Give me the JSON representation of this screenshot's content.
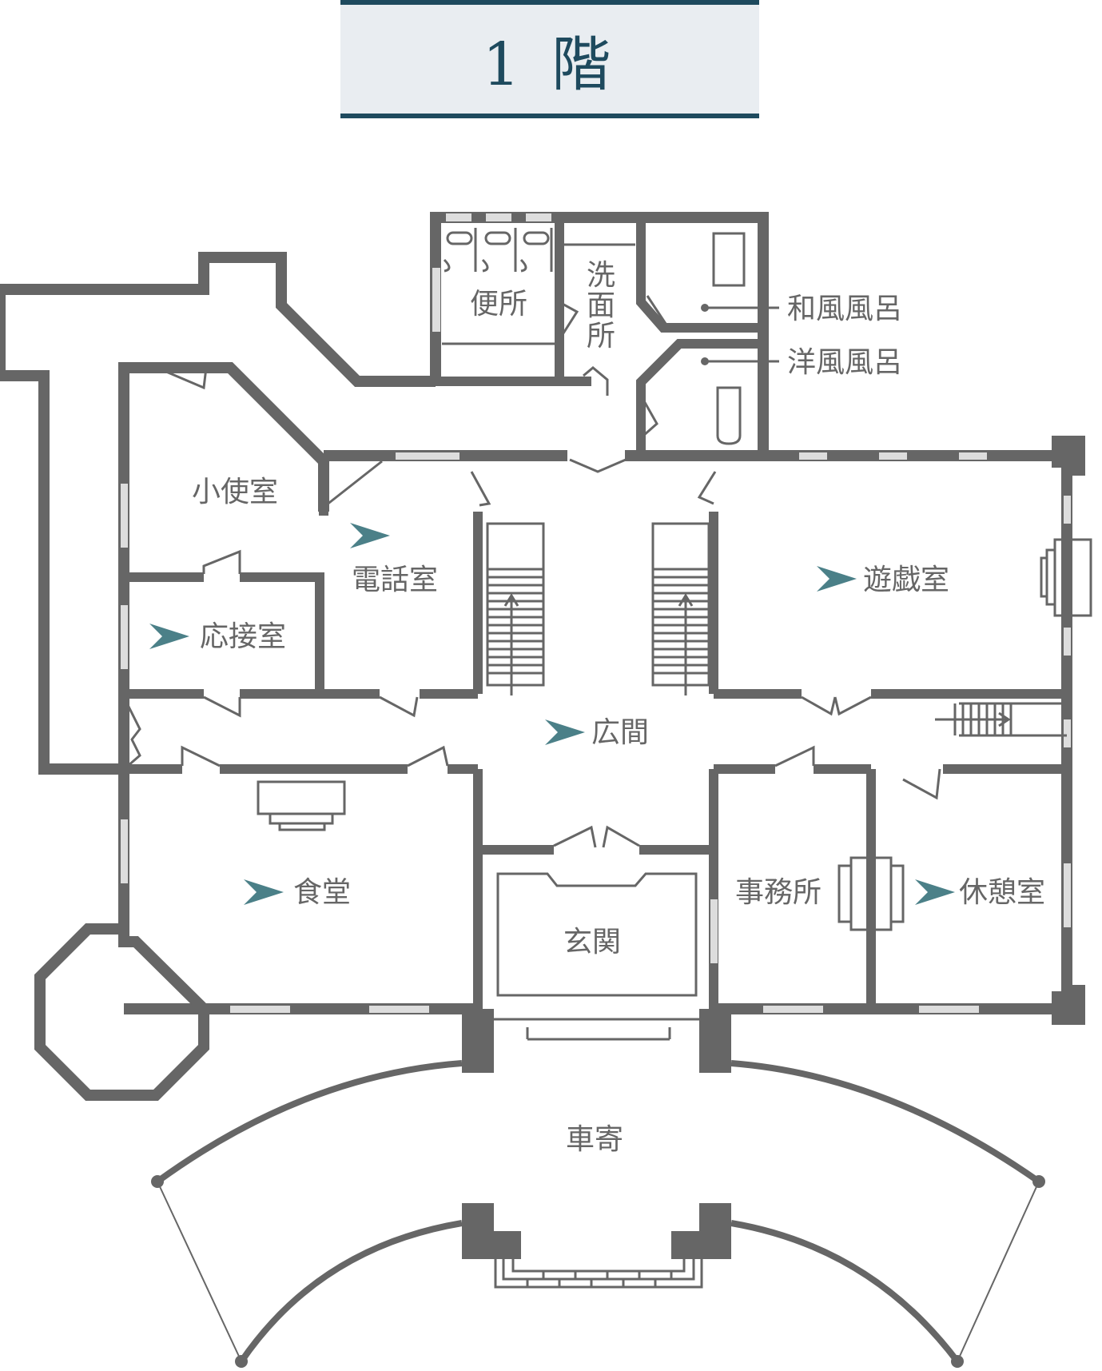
{
  "page": {
    "title": "1 階"
  },
  "rooms": {
    "toilet": "便所",
    "washroom": "洗面所",
    "japanese_bath": "和風風呂",
    "western_bath": "洋風風呂",
    "servant_room": "小使室",
    "phone_room": "電話室",
    "billiard_room": "遊戯室",
    "reception_room": "応接室",
    "hall": "広間",
    "dining_room": "食堂",
    "entrance": "玄関",
    "office": "事務所",
    "lounge": "休憩室",
    "carriage_porch": "車寄"
  },
  "colors": {
    "wall": "#666666",
    "accent": "#4b8088",
    "title_bg": "#e9edf1",
    "title_text": "#1e4a5e"
  },
  "icons": {
    "room_marker": "arrowhead-icon"
  }
}
